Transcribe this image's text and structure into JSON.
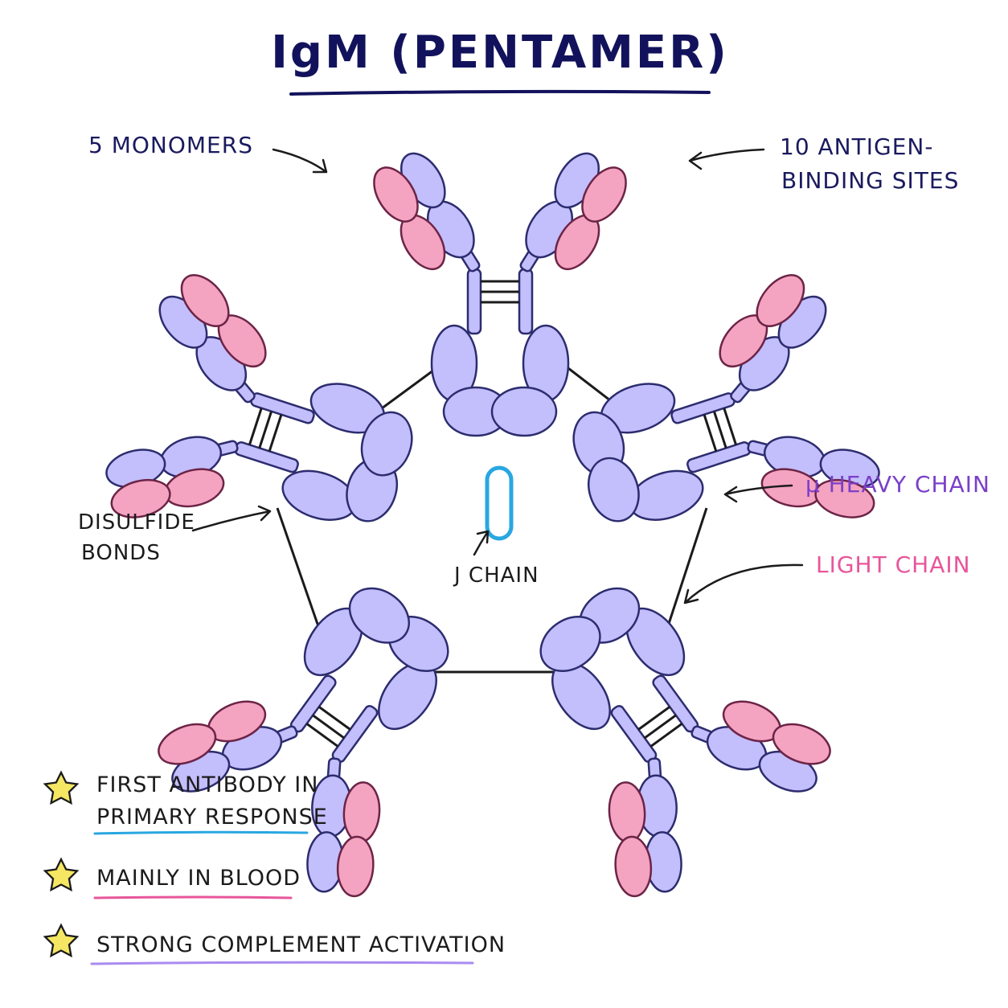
{
  "title": "IgM (PENTAMER)",
  "labels": {
    "monomers": "5 MONOMERS",
    "antigen_line1": "10 ANTIGEN-",
    "antigen_line2": "BINDING SITES",
    "heavy_chain": "μ HEAVY CHAIN",
    "light_chain": "LIGHT CHAIN",
    "disulfide_line1": "DISULFIDE",
    "disulfide_line2": "BONDS",
    "j_chain": "J CHAIN"
  },
  "notes": [
    {
      "line1": "FIRST ANTIBODY IN",
      "line2": "PRIMARY RESPONSE",
      "underline": "#29a7e1"
    },
    {
      "line1": "MAINLY IN BLOOD",
      "line2": "",
      "underline": "#e8559a"
    },
    {
      "line1": "STRONG COMPLEMENT ACTIVATION",
      "line2": "",
      "underline": "#a88bf0"
    }
  ],
  "colors": {
    "heavy_chain": "#c3befc",
    "light_chain": "#f4a3c0",
    "j_chain": "#29a7e1",
    "title": "#12125c",
    "star": "#f5e663"
  },
  "monomer_count": 5
}
